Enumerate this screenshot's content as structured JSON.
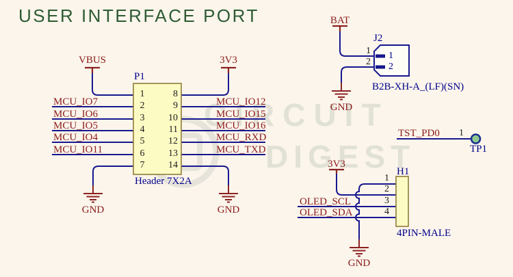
{
  "title": "USER INTERFACE PORT",
  "watermark": {
    "line1": "CIRCUIT",
    "line2": "DIGEST"
  },
  "colors": {
    "background": "#FBF5EB",
    "title_green": "#2E5B33",
    "wire_navy": "#17178F",
    "net_maroon": "#8B1A1A",
    "ref_blue": "#00008B",
    "pin_black": "#1B1B1B",
    "component_fill": "#FDFBC4",
    "component_border": "#8E7D3A",
    "power_symbol_red": "#8B2121",
    "testpoint_fill": "#8FC98F"
  },
  "p1": {
    "ref": "P1",
    "part": "Header 7X2A",
    "power_left": "VBUS",
    "power_right": "3V3",
    "gnd_left": "GND",
    "gnd_right": "GND",
    "pins_left": [
      "1",
      "2",
      "3",
      "4",
      "5",
      "6",
      "7"
    ],
    "pins_right": [
      "8",
      "9",
      "10",
      "11",
      "12",
      "13",
      "14"
    ],
    "nets_left": [
      "MCU_IO7",
      "MCU_IO6",
      "MCU_IO5",
      "MCU_IO4",
      "MCU_IO11"
    ],
    "nets_right": [
      "MCU_IO12",
      "MCU_IO15",
      "MCU_IO16",
      "MCU_RXD",
      "MCU_TXD"
    ]
  },
  "j2": {
    "ref": "J2",
    "part": "B2B-XH-A_(LF)(SN)",
    "power": "BAT",
    "gnd": "GND",
    "pin_numbers": [
      "1",
      "2"
    ],
    "pin_labels": [
      "1",
      "2"
    ]
  },
  "tp": {
    "ref": "TP1",
    "net": "TST_PD0",
    "pin": "1"
  },
  "h1": {
    "ref": "H1",
    "part": "4PIN-MALE",
    "power": "3V3",
    "gnd": "GND",
    "pins": [
      "1",
      "2",
      "3",
      "4"
    ],
    "nets": [
      "OLED_SCL",
      "OLED_SDA"
    ]
  }
}
